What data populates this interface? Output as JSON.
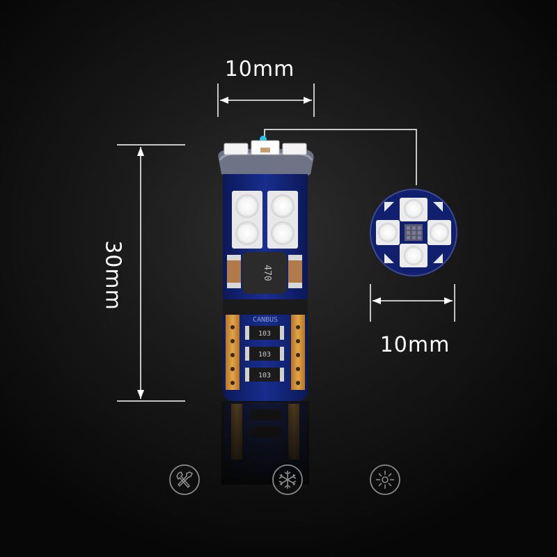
{
  "dimensions": {
    "width_label": "10mm",
    "length_label": "30mm",
    "front_width_label": "10mm"
  },
  "board": {
    "brand_text": "CANBUS",
    "inductor_text": "470",
    "resistor_labels": [
      "103",
      "103",
      "103"
    ]
  },
  "colors": {
    "pcb": "#10206e",
    "gold": "#c98a32",
    "led": "#fafafa",
    "accent": "#22c6e8",
    "icon": "#8a8a8a"
  },
  "icons": [
    "tools-icon",
    "snowflake-icon",
    "sun-icon"
  ]
}
